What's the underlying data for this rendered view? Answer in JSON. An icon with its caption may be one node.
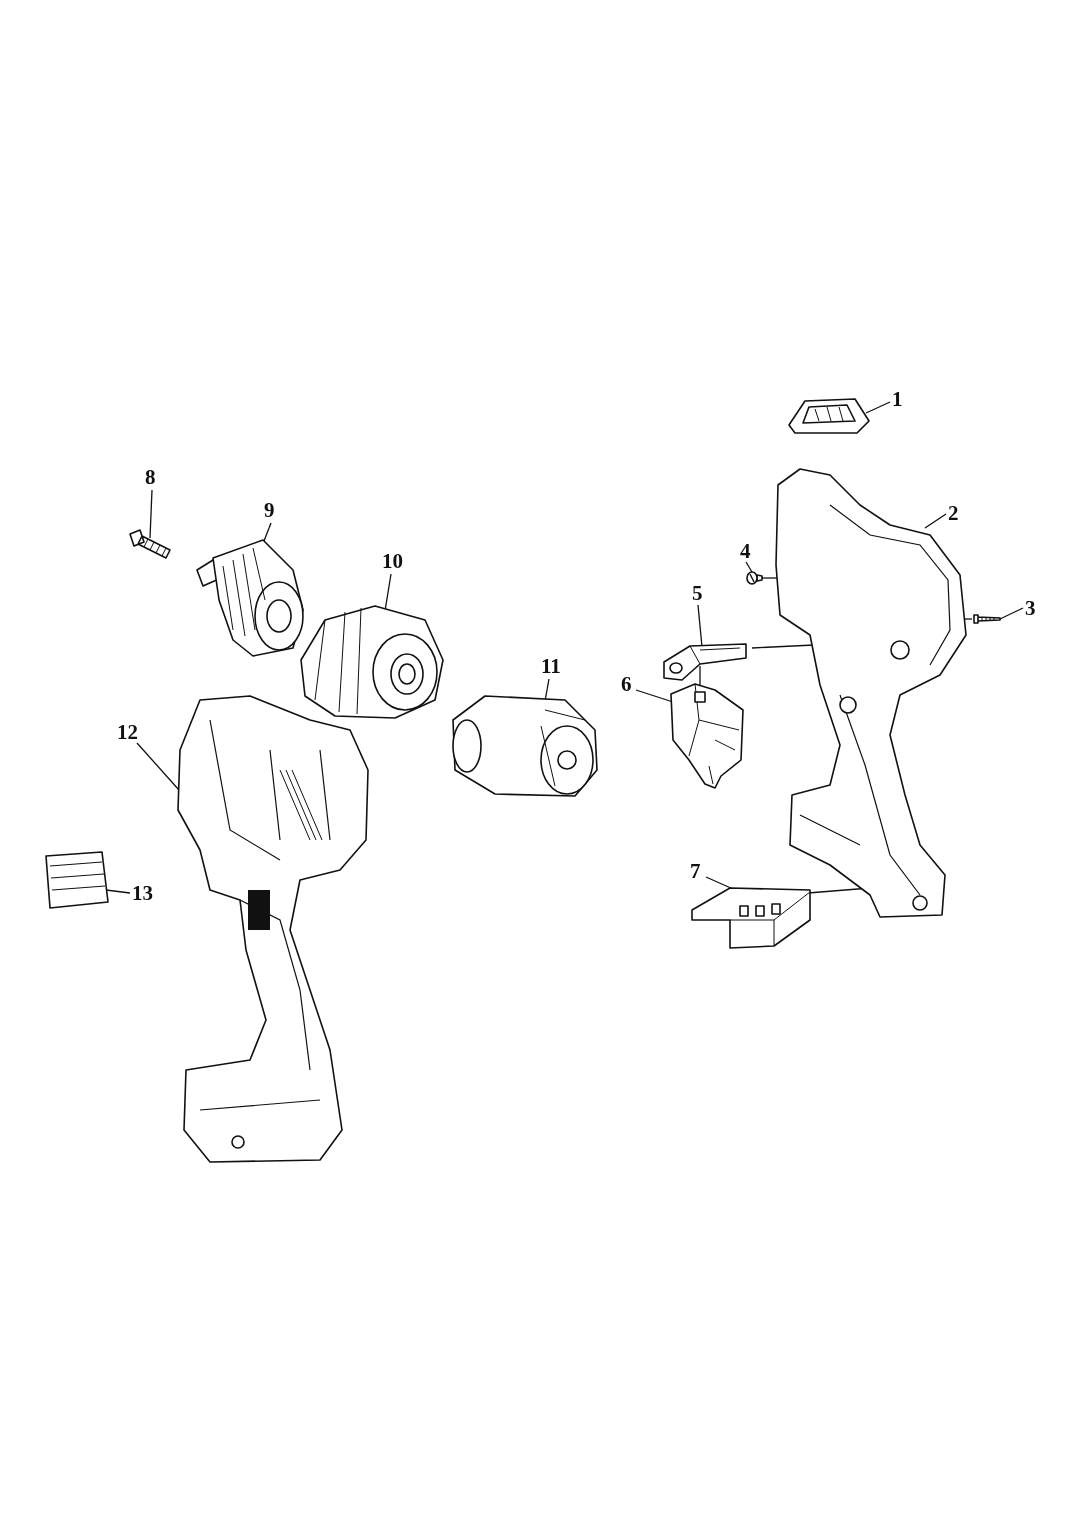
{
  "diagram": {
    "nodes": [
      {
        "text": [
          "1"
        ]
      },
      {
        "text": [
          "2"
        ]
      },
      {
        "text": [
          "3"
        ]
      },
      {
        "text": [
          "4"
        ]
      },
      {
        "text": [
          "5"
        ]
      },
      {
        "text": [
          "6"
        ]
      },
      {
        "text": [
          "7"
        ]
      },
      {
        "text": [
          "8"
        ]
      },
      {
        "text": [
          "9"
        ]
      },
      {
        "text": [
          "10"
        ]
      },
      {
        "text": [
          "11"
        ]
      },
      {
        "text": [
          "12"
        ]
      },
      {
        "text": [
          "13"
        ]
      },
      {
        "text": [],
        "shape": "picture"
      },
      {
        "text": [],
        "shape": "picture"
      },
      {
        "text": [],
        "shape": "picture"
      },
      {
        "text": [],
        "shape": "picture"
      },
      {
        "text": [],
        "shape": "picture"
      },
      {
        "text": [],
        "shape": "picture"
      },
      {
        "text": [],
        "shape": "picture"
      },
      {
        "text": [],
        "shape": "picture"
      },
      {
        "text": [],
        "shape": "picture"
      },
      {
        "text": [],
        "shape": "picture"
      },
      {
        "text": [],
        "shape": "picture"
      },
      {
        "text": [],
        "shape": "picture"
      },
      {
        "text": [],
        "shape": "picture"
      }
    ],
    "edges": [
      {
        "from": 0,
        "to": 13,
        "arrow": "none"
      },
      {
        "from": 1,
        "to": 14,
        "arrow": "none"
      },
      {
        "from": 2,
        "to": 15,
        "arrow": "none"
      },
      {
        "from": 3,
        "to": 16,
        "arrow": "none"
      },
      {
        "from": 4,
        "to": 17,
        "arrow": "none"
      },
      {
        "from": 5,
        "to": 18,
        "arrow": "none"
      },
      {
        "from": 6,
        "to": 19,
        "arrow": "none"
      },
      {
        "from": 7,
        "to": 20,
        "arrow": "none"
      },
      {
        "from": 8,
        "to": 21,
        "arrow": "none"
      },
      {
        "from": 9,
        "to": 22,
        "arrow": "none"
      },
      {
        "from": 10,
        "to": 23,
        "arrow": "none"
      },
      {
        "from": 11,
        "to": 24,
        "arrow": "none"
      },
      {
        "from": 12,
        "to": 25,
        "arrow": "none"
      },
      {
        "from": 17,
        "to": 14,
        "arrow": "none"
      },
      {
        "from": 17,
        "to": 18,
        "arrow": "none"
      },
      {
        "from": 19,
        "to": 14,
        "arrow": "none"
      },
      {
        "from": 15,
        "to": 14,
        "arrow": "none"
      },
      {
        "from": 16,
        "to": 14,
        "arrow": "none"
      }
    ]
  }
}
